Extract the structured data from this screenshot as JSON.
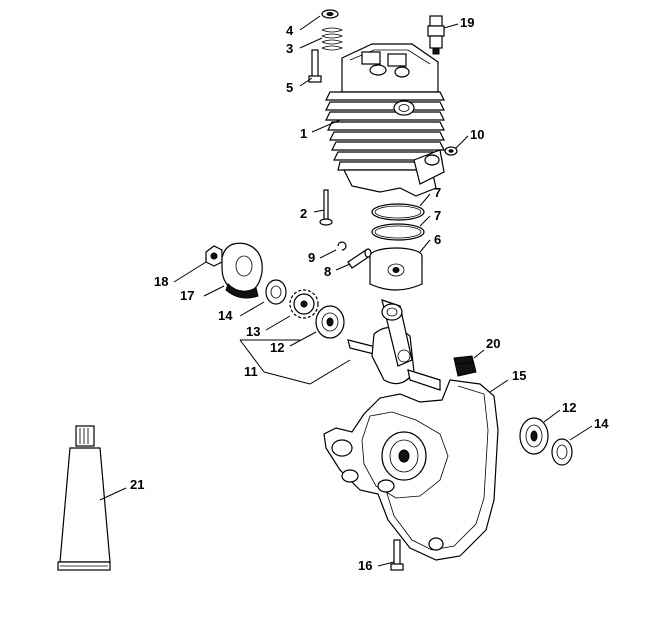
{
  "diagram": {
    "callouts": [
      {
        "id": "4",
        "label": "4"
      },
      {
        "id": "3",
        "label": "3"
      },
      {
        "id": "5",
        "label": "5"
      },
      {
        "id": "1",
        "label": "1"
      },
      {
        "id": "19",
        "label": "19"
      },
      {
        "id": "10",
        "label": "10"
      },
      {
        "id": "2",
        "label": "2"
      },
      {
        "id": "7a",
        "label": "7"
      },
      {
        "id": "7b",
        "label": "7"
      },
      {
        "id": "6",
        "label": "6"
      },
      {
        "id": "9",
        "label": "9"
      },
      {
        "id": "8",
        "label": "8"
      },
      {
        "id": "18",
        "label": "18"
      },
      {
        "id": "17",
        "label": "17"
      },
      {
        "id": "14a",
        "label": "14"
      },
      {
        "id": "13",
        "label": "13"
      },
      {
        "id": "12a",
        "label": "12"
      },
      {
        "id": "11",
        "label": "11"
      },
      {
        "id": "20",
        "label": "20"
      },
      {
        "id": "15",
        "label": "15"
      },
      {
        "id": "12b",
        "label": "12"
      },
      {
        "id": "14b",
        "label": "14"
      },
      {
        "id": "21",
        "label": "21"
      },
      {
        "id": "16",
        "label": "16"
      }
    ]
  }
}
